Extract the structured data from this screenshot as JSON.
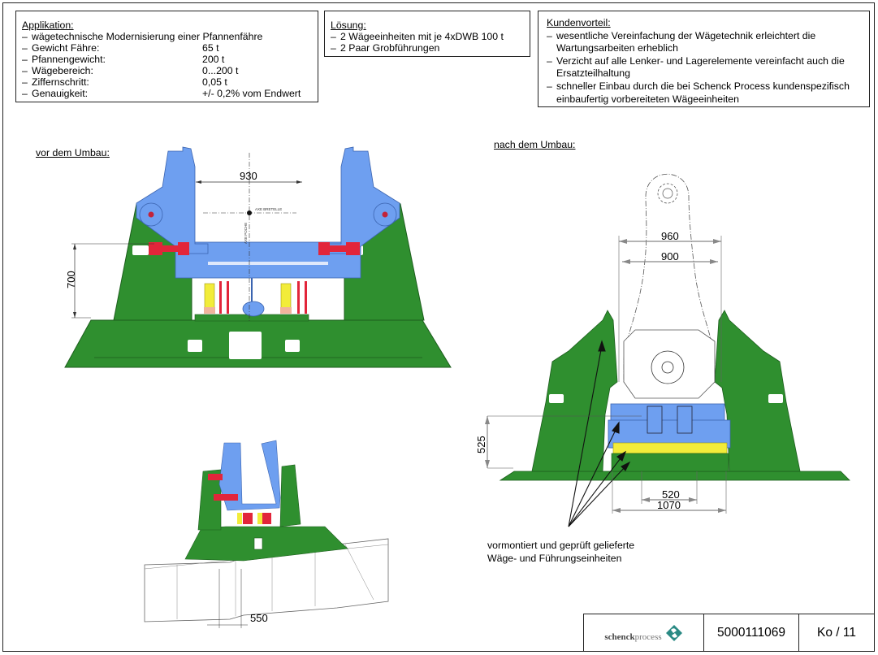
{
  "application_box": {
    "heading": "Applikation:",
    "intro": "wägetechnische Modernisierung einer Pfannenfähre",
    "specs": [
      {
        "label": "Gewicht Fähre:",
        "value": "65 t"
      },
      {
        "label": "Pfannengewicht:",
        "value": "200 t"
      },
      {
        "label": "Wägebereich:",
        "value": "0...200 t"
      },
      {
        "label": "Ziffernschritt:",
        "value": "0,05 t"
      },
      {
        "label": "Genauigkeit:",
        "value": "+/- 0,2% vom Endwert"
      }
    ]
  },
  "solution_box": {
    "heading": "Lösung:",
    "items": [
      "2 Wägeeinheiten mit je 4xDWB 100 t",
      "2 Paar Grobführungen"
    ]
  },
  "benefit_box": {
    "heading": "Kundenvorteil:",
    "items": [
      {
        "line1": "wesentliche Vereinfachung der Wägetechnik erleichtert die",
        "line2": "Wartungsarbeiten erheblich"
      },
      {
        "line1": "Verzicht auf alle Lenker- und Lagerelemente vereinfacht auch die",
        "line2": "Ersatzteilhaltung"
      },
      {
        "line1": "schneller Einbau durch die bei Schenck Process kundenspezifisch",
        "line2": "einbaufertig vorbereiteten Wägeeinheiten"
      }
    ]
  },
  "before_view": {
    "label": "vor dem Umbau:",
    "dim_width": "930",
    "dim_height": "700",
    "axis_label_h": "AXE BRETELLE",
    "axis_label_v": "AXE POCHE"
  },
  "iso_view": {
    "dim": "550"
  },
  "after_view": {
    "label": "nach dem Umbau:",
    "dim_outer_top": "960",
    "dim_inner_top": "900",
    "dim_height": "525",
    "dim_inner_bottom": "520",
    "dim_outer_bottom": "1070",
    "caption_line1": "vormontiert und geprüft gelieferte",
    "caption_line2": "Wäge- und Führungseinheiten"
  },
  "title_block": {
    "logo_text_bold": "schenck",
    "logo_text_light": "process",
    "document_number": "5000111069",
    "sheet": "Ko / 11"
  },
  "colors": {
    "frame_green": "#2f8f2f",
    "frame_green_dark": "#1f6a1f",
    "carrier_blue": "#6e9ff0",
    "bearing_red": "#e2253a",
    "loadcell_yellow": "#f2ec3a",
    "logo_teal": "#2a8a84"
  }
}
